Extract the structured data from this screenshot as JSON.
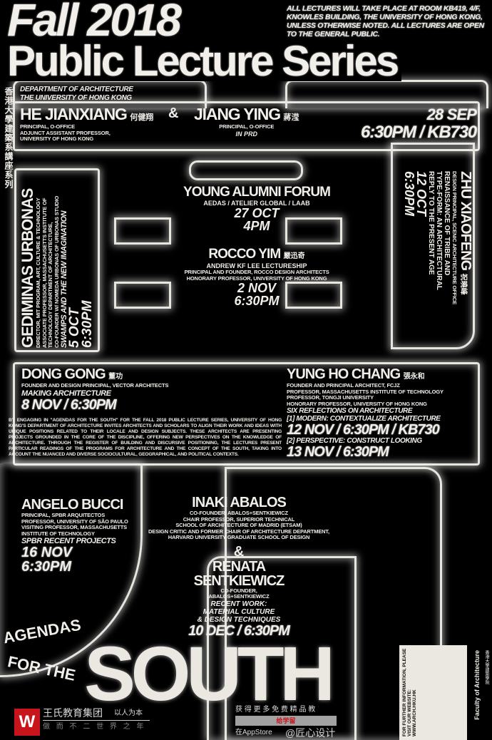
{
  "header": {
    "title_line1": "Fall 2018",
    "title_line2": "Public Lecture Series",
    "venue_note": "ALL LECTURES WILL TAKE PLACE AT ROOM KB419, 4/F, KNOWLES BUILDING, THE UNIVERSITY OF HONG KONG, UNLESS OTHERWISE NOTED. ALL LECTURES ARE OPEN TO THE GENERAL PUBLIC.",
    "chinese_vertical": "香港大學建築系講座系列",
    "dept_line1": "DEPARTMENT OF ARCHITECTURE",
    "dept_line2": "THE UNIVERSITY OF HONG KONG"
  },
  "lectures": {
    "he": {
      "name": "HE JIANXIANG",
      "cn": "何健翔",
      "role1": "PRINCIPAL, O-OFFICE",
      "role2": "ADJUNCT ASSISTANT PROFESSOR,",
      "role3": "UNIVERSITY OF HONG KONG"
    },
    "amp1": "&",
    "jiang": {
      "name": "JIANG YING",
      "cn": "蔣滢",
      "role1": "PRINCIPAL, O-OFFICE",
      "title": "IN PRD"
    },
    "he_date": "28 SEP",
    "he_time": "6:30PM / KB730",
    "gediminas": {
      "name": "GEDIMINAS URBONAS",
      "role1": "DIRECTOR, MIT PROGRAM, ART, CULTURE & TECHNOLOGY",
      "role2": "ASSOCIATE PROFESSOR, MASSACHUSETTS INSTITUTE OF",
      "role3": "TECHNOLOGY DEPARTMENT OF ARCHITECTURE,",
      "role4": "CO-FOUNDER W/ NOMEDA URBONAS OF URBONAS STUDIO",
      "title": "SWAMPS AND THE NEW IMAGINATION",
      "date": "5 OCT",
      "time": "6:30PM"
    },
    "zhu": {
      "name": "ZHU XIAOFENG",
      "cn": "祝曉峰",
      "role1": "DESIGN PRINCIPAL, SCENIC ARCHITECTURE OFFICE",
      "title1": "RENAISSANCE OF TRIBE AND",
      "title2": "TYPE-FORM: AN ARCHITECTURAL",
      "title3": "REPLY TO THE PRESENT AGE",
      "date": "12 OCT",
      "time": "6:30PM"
    },
    "alumni": {
      "name": "YOUNG ALUMNI FORUM",
      "firms": "AEDAS / ATELIER GLOBAL / LAAB",
      "date": "27 OCT",
      "time": "4PM"
    },
    "rocco": {
      "name": "ROCCO YIM",
      "cn": "嚴迅奇",
      "title": "ANDREW KF LEE LECTURESHIP",
      "role1": "PRINCIPAL AND FOUNDER, ROCCO DESIGN ARCHITECTS",
      "role2": "HONORARY PROFESSOR, UNIVERSITY OF HONG KONG",
      "date": "2 NOV",
      "time": "6:30PM"
    },
    "dong": {
      "name": "DONG GONG",
      "cn": "董功",
      "role1": "FOUNDER AND DESIGN PRINCIPAL, VECTOR ARCHITECTS",
      "title": "MAKING ARCHITECTURE",
      "datetime": "8 NOV / 6:30PM"
    },
    "yung": {
      "name": "YUNG HO CHANG",
      "cn": "張永和",
      "role1": "FOUNDER AND PRINCIPAL ARCHITECT, FCJZ",
      "role2": "PROFESSOR, MASSACHUSETTS INSTITUTE OF TECHNOLOGY",
      "role3": "PROFESSOR, TONGJI UNIVERSITY",
      "role4": "HONORARY PROFESSOR, UNIVERSITY OF HONG KONG",
      "title": "SIX REFLECTIONS ON ARCHITECTURE",
      "part1": "[1] MODERN: CONTEXTUALIZE ARCHITECTURE",
      "part1_datetime": "12 NOV / 6:30PM / KB730",
      "part2": "[2] PERSPECTIVE: CONSTRUCT LOOKING",
      "part2_datetime": "13 NOV / 6:30PM"
    },
    "intro": "BY ENGAGING IN \"AGENDAS FOR THE SOUTH\" FOR THE FALL 2018 PUBLIC LECTURE SERIES, UNIVERSITY OF HONG KONG'S DEPARTMENT OF ARCHITECTURE INVITES ARCHITECTS AND SCHOLARS TO ALIGN THEIR WORK AND IDEAS WITH UNIQUE POSITIONS RELATED TO THEIR LOCALE AND DESIGN SUBJECTS. THESE ARCHITECTS ARE PRESENTING PROJECTS GROUNDED IN THE CORE OF THE DISCIPLINE, OFFERING NEW PERSPECTIVES ON THE KNOWLEDGE OF ARCHITECTURE. THROUGH THE REGISTER OF BUILDING AND DISCURSIVE POSITIONING, THE LECTURES PRESENT PARTICULAR READINGS OF THE PROGRAMS FOR ARCHITECTURE AND THE CONCEPT OF THE SOUTH, TAKING INTO ACCOUNT THE NUANCED AND DIVERSE SOCIOCULTURAL, GEOGRAPHICAL, AND POLITICAL CONTEXTS.",
    "angelo": {
      "name": "ANGELO BUCCI",
      "role1": "PRINCIPAL, SPBR ARQUITECTOS",
      "role2": "PROFESSOR, UNIVERSITY OF SÃO PAULO",
      "role3": "VISITING PROFESSOR, MASSACHUSETTS",
      "role4": "INSTITUTE OF TECHNOLOGY",
      "title": "SPBR RECENT PROJECTS",
      "date": "16 NOV",
      "time": "6:30PM"
    },
    "inaki": {
      "name": "INAKI ABALOS",
      "role1": "CO-FOUNDER, ABALOS+SENTKIEWICZ",
      "role2": "CHAIR PROFESSOR, SUPERIOR TECHNICAL",
      "role3": "SCHOOL OF ARCHITECTURE OF MADRID (ETSAM)",
      "role4": "DESIGN CRITIC AND FORMER CHAIR OF ARCHITECTURE DEPARTMENT,",
      "role5": "HARVARD UNIVERSITY GRADUATE SCHOOL OF DESIGN"
    },
    "amp2": "&",
    "renata": {
      "name1": "RENATA",
      "name2": "SENTKIEWICZ",
      "role1": "CO-FOUNDER,",
      "role2": "ABALOS+SENTKIEWICZ",
      "title1": "RECENT WORK:",
      "title2": "MATERIAL CULTURE",
      "title3": "& DESIGN TECHNIQUES",
      "datetime": "10 DEC / 6:30PM"
    }
  },
  "footer": {
    "agendas": "AGENDAS",
    "for_the": "FOR THE",
    "south": "SOUTH",
    "info": "FOR FURTHER INFORMATION, PLEASE VISIT OUR WEBSITE: WWW.ARCH.HKU.HK",
    "faculty": "Faculty of Architecture",
    "faculty_cn": "香港大學建築學院"
  },
  "watermarks": {
    "left_logo": "W",
    "left_title": "王氏教育集团",
    "left_motto": "以人为本",
    "left_sub": "做 而 不 二 世 界 之 年",
    "right_line1": "获 得 更 多 免 费 精 品 教",
    "right_badge": "给学留",
    "right_line2": "在AppStore",
    "right_handle": "@匠心设计"
  },
  "colors": {
    "background": "#000000",
    "foreground": "#f2efea",
    "logo_red": "#c8141b"
  }
}
